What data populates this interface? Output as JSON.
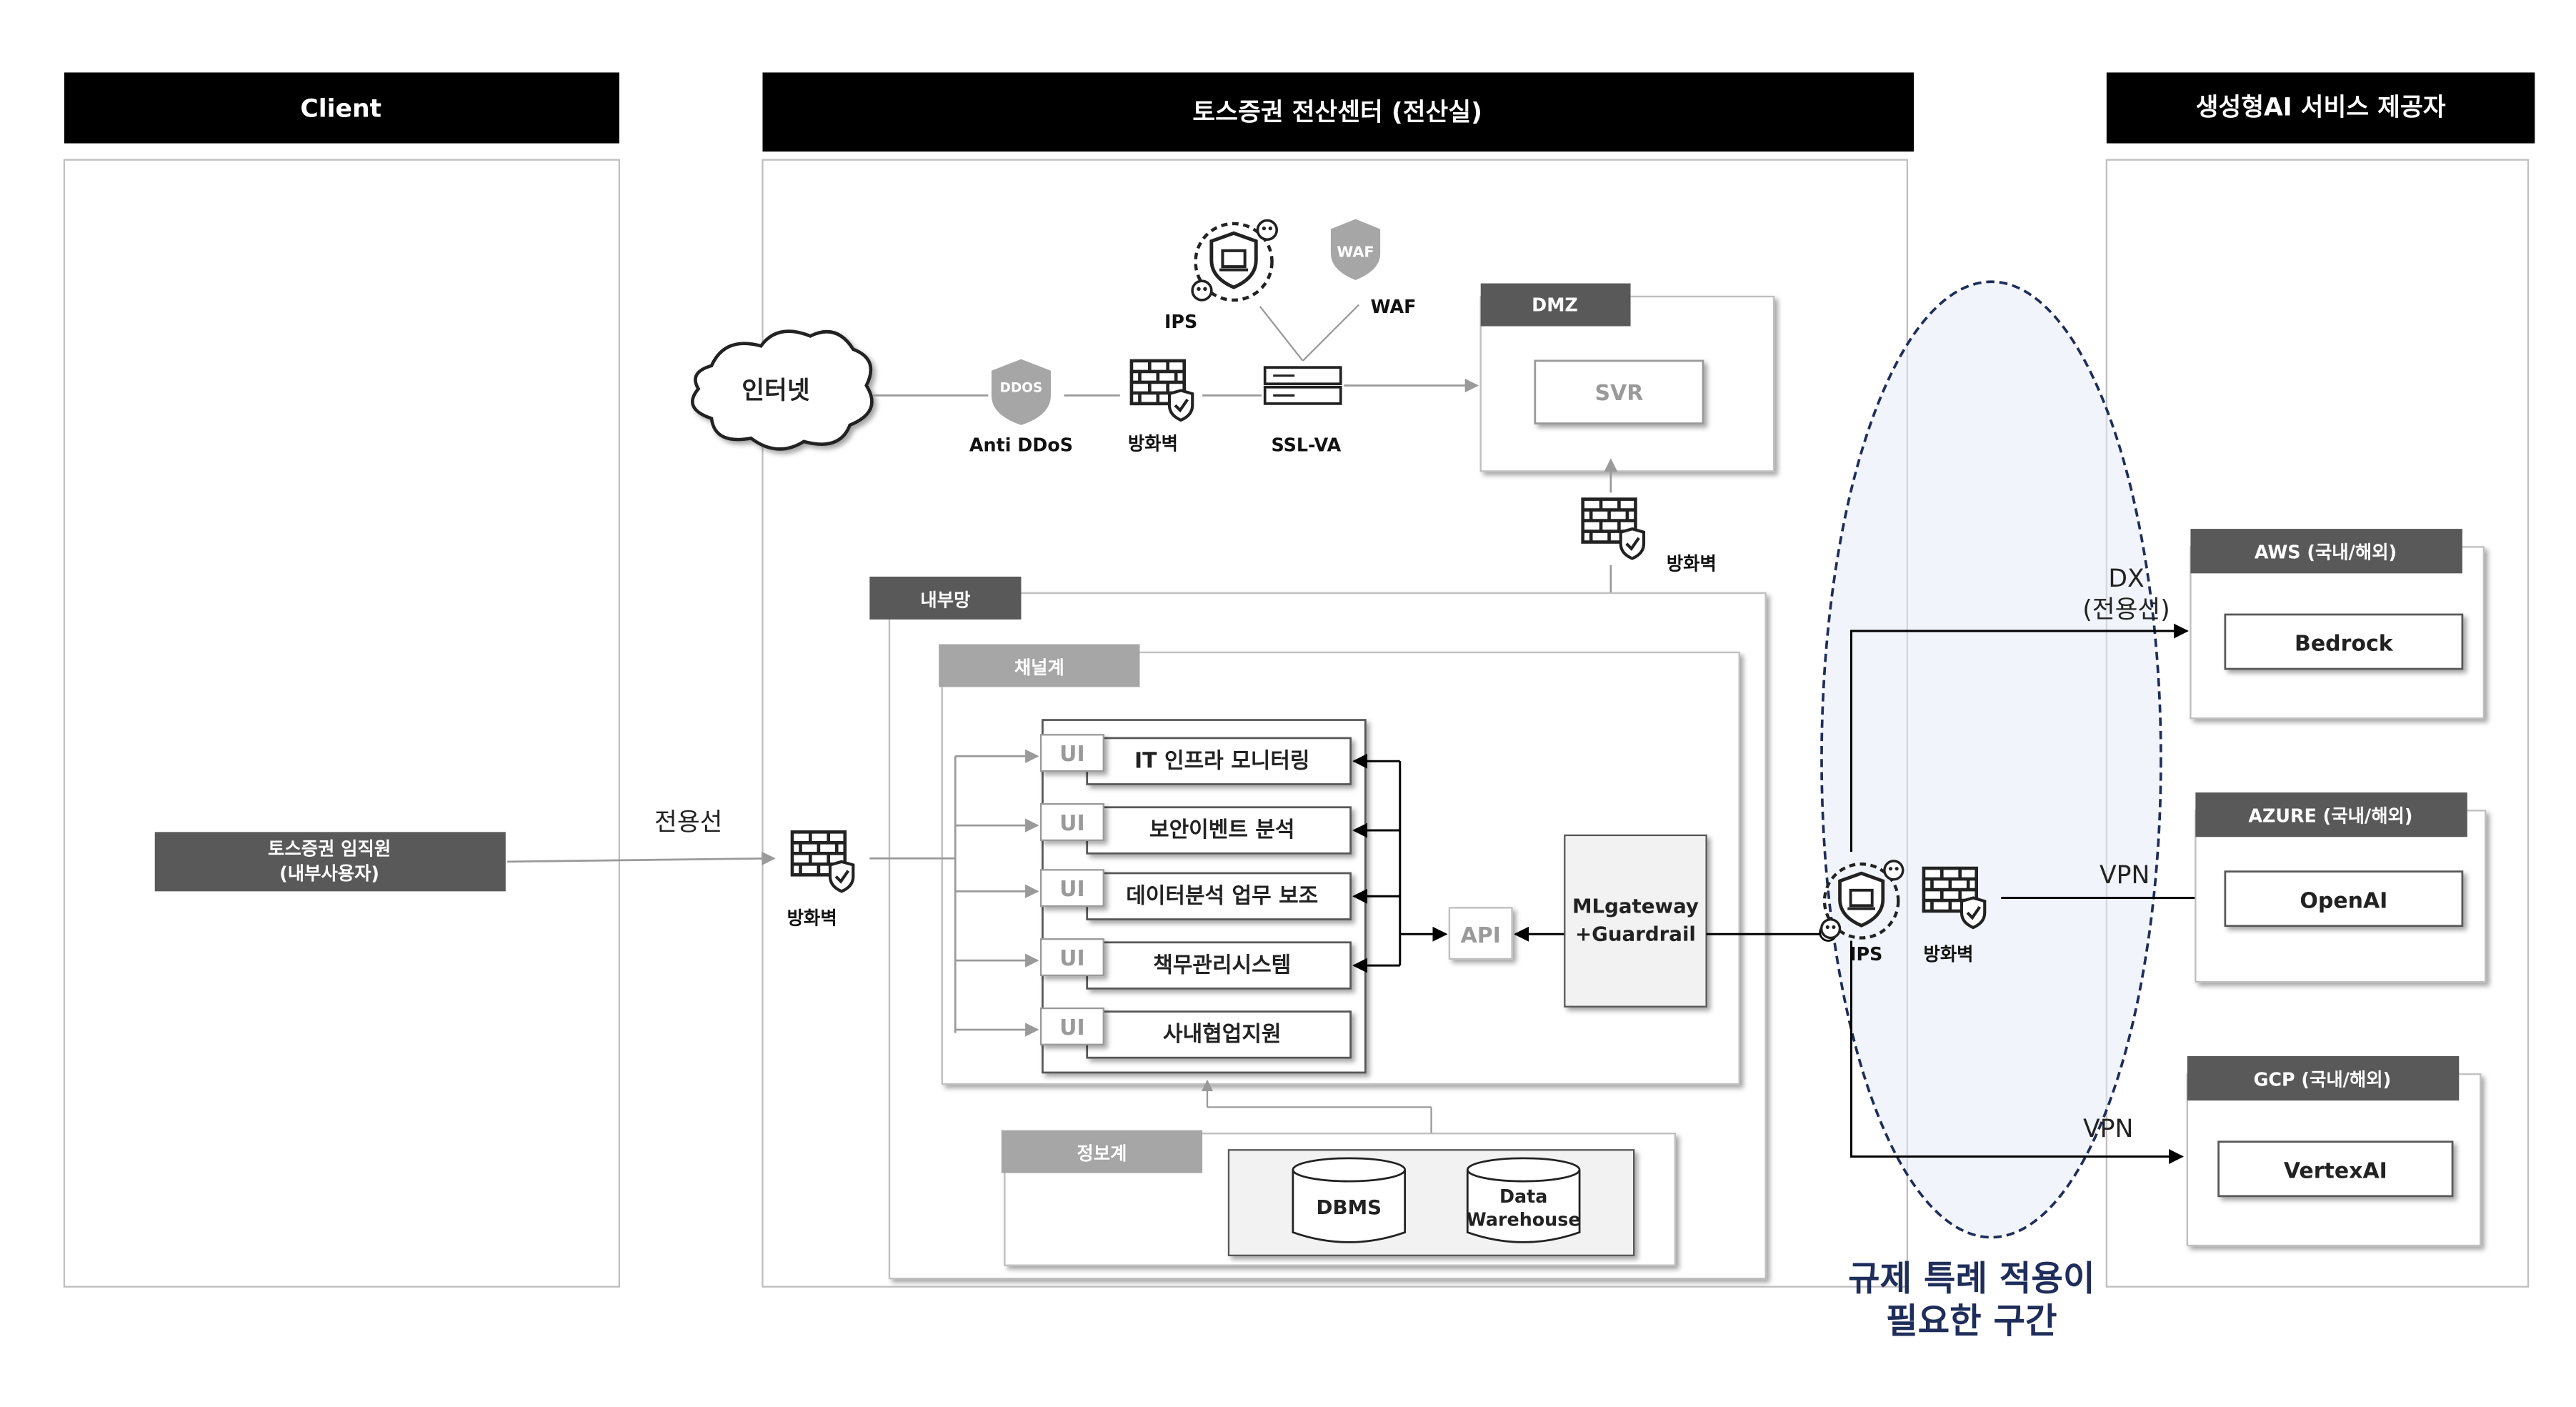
{
  "headers": {
    "client": "Client",
    "datacenter": "토스증권 전산센터 (전산실)",
    "provider": "생성형AI 서비스 제공자"
  },
  "client": {
    "employee_line1": "토스증권 임직원",
    "employee_line2": "(내부사용자)",
    "link_label": "전용선"
  },
  "perimeter": {
    "internet": "인터넷",
    "anti_ddos": "Anti DDoS",
    "anti_ddos_badge": "DDOS",
    "firewall": "방화벽",
    "ssl_va": "SSL-VA",
    "ips": "IPS",
    "waf": "WAF",
    "waf_badge": "WAF",
    "dmz": "DMZ",
    "svr": "SVR"
  },
  "internal": {
    "network": "내부망",
    "channel": "채널계",
    "info": "정보계",
    "firewall_entry": "방화벽",
    "firewall_dmz": "방화벽",
    "ui_tag": "UI",
    "apps": [
      "IT 인프라 모니터링",
      "보안이벤트 분석",
      "데이터분석 업무 보조",
      "책무관리시스템",
      "사내협업지원"
    ],
    "api": "API",
    "mlgateway_line1": "MLgateway",
    "mlgateway_line2": "+Guardrail",
    "dbms": "DBMS",
    "dw_line1": "Data",
    "dw_line2": "Warehouse"
  },
  "egress": {
    "ips": "IPS",
    "firewall": "방화벽",
    "dx_line1": "DX",
    "dx_line2": "(전용선)",
    "vpn_azure": "VPN",
    "vpn_gcp": "VPN",
    "zone_line1": "규제 특례 적용이",
    "zone_line2": "필요한 구간"
  },
  "providers": [
    {
      "name": "AWS (국내/해외)",
      "service": "Bedrock"
    },
    {
      "name": "AZURE (국내/해외)",
      "service": "OpenAI"
    },
    {
      "name": "GCP (국내/해외)",
      "service": "VertexAI"
    }
  ],
  "colors": {
    "header_bg": "#000000",
    "tag_bg": "#595959",
    "light_tag_bg": "#a6a6a6",
    "zone_fill": "#e6ecf7",
    "zone_stroke": "#1f2d5a",
    "zone_text": "#1f2d5a"
  }
}
